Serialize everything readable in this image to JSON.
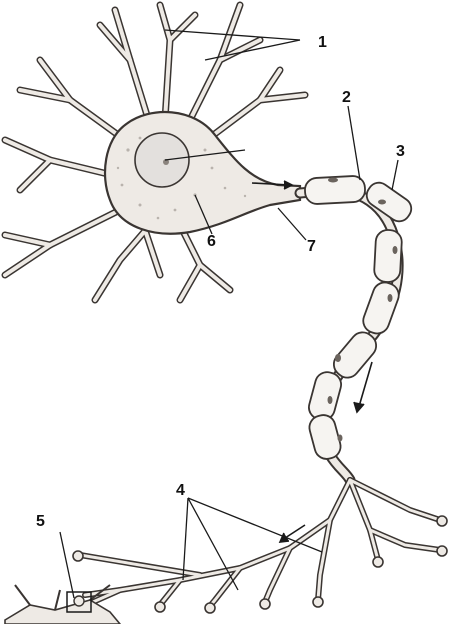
{
  "figure": {
    "labels": [
      {
        "id": "1",
        "text": "1",
        "target": "dendrites"
      },
      {
        "id": "2",
        "text": "2",
        "target": "myelin-sheath"
      },
      {
        "id": "3",
        "text": "3",
        "target": "schwann-cell"
      },
      {
        "id": "4",
        "text": "4",
        "target": "axon-terminals"
      },
      {
        "id": "5",
        "text": "5",
        "target": "synapse"
      },
      {
        "id": "6",
        "text": "6",
        "target": "cell-body"
      },
      {
        "id": "7",
        "text": "7",
        "target": "axon-hillock"
      }
    ]
  },
  "colors": {
    "background": "#ffffff",
    "cell_fill": "#eeeae5",
    "outline": "#3a3532",
    "nucleus": "#e3e0dd",
    "myelin": "#f6f4f1",
    "leader": "#1a1a1a"
  }
}
